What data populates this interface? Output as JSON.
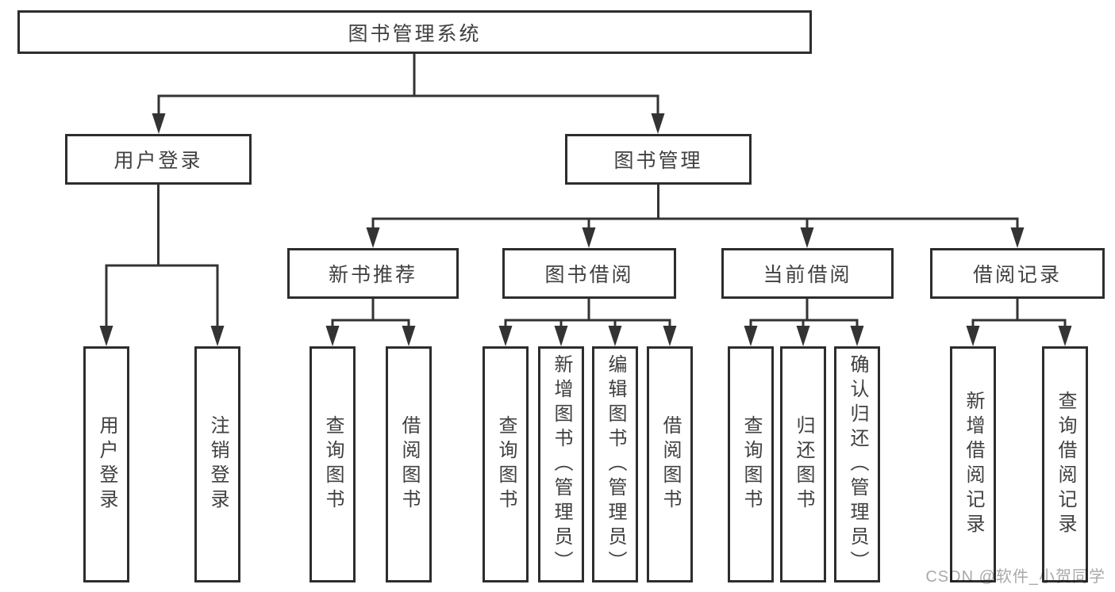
{
  "diagram": {
    "title": "图书管理系统",
    "root": {
      "label": "图书管理系统"
    },
    "level2": [
      {
        "label": "用户登录",
        "children": [
          "用户登录",
          "注销登录"
        ]
      },
      {
        "label": "图书管理"
      }
    ],
    "level3": [
      {
        "label": "新书推荐",
        "parent": "图书管理",
        "children": [
          "查询图书",
          "借阅图书"
        ]
      },
      {
        "label": "图书借阅",
        "parent": "图书管理",
        "children": [
          "查询图书",
          "新增图书（管理员）",
          "编辑图书（管理员）",
          "借阅图书"
        ]
      },
      {
        "label": "当前借阅",
        "parent": "图书管理",
        "children": [
          "查询图书",
          "归还图书",
          "确认归还（管理员）"
        ]
      },
      {
        "label": "借阅记录",
        "parent": "图书管理",
        "children": [
          "新增借阅记录",
          "查询借阅记录"
        ]
      }
    ]
  },
  "watermark": {
    "text": "CSDN @软件_小贺同学"
  },
  "colors": {
    "background": "#ffffff",
    "line": "#333333",
    "box_border": "#2d2d2d",
    "box_fill": "#ffffff",
    "text": "#404040",
    "watermark": "#a9a9a9"
  }
}
